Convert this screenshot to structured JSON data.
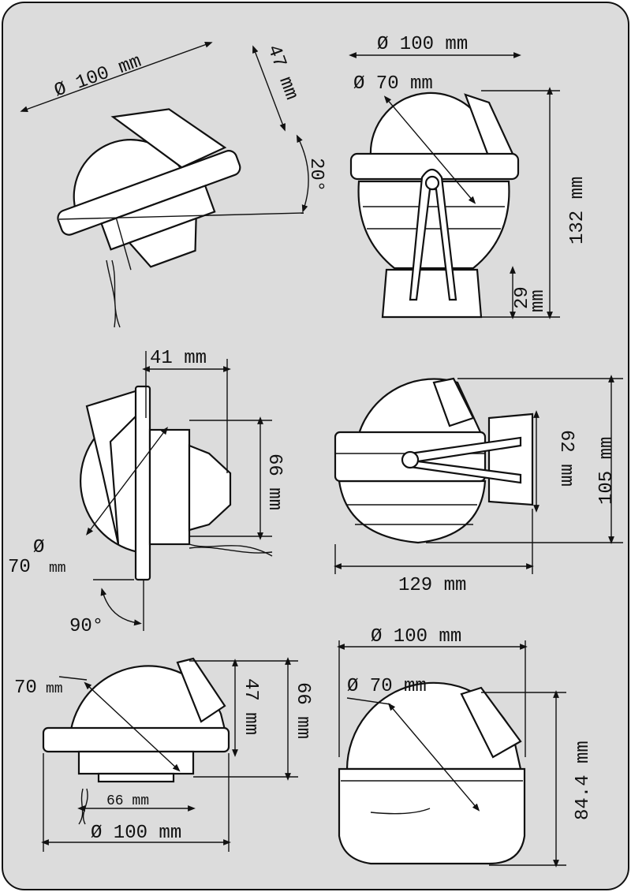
{
  "colors": {
    "background": "#dcdcdc",
    "frame": "#111111",
    "drawing_fill": "#ffffff"
  },
  "views": {
    "tilted": {
      "diameter": "Ø 100 mm",
      "height": "47 mm",
      "angle": "20°"
    },
    "bracket_front": {
      "diameter": "Ø 100 mm",
      "dome_diameter": "Ø 70 mm",
      "height": "132 mm",
      "base_height_value": "29",
      "base_height_unit": "mm"
    },
    "flush_side": {
      "depth": "41 mm",
      "housing_height": "66 mm",
      "dome_symbol": "Ø",
      "dome_value": "70",
      "dome_unit": "mm",
      "angle": "90°"
    },
    "bracket_side": {
      "bracket_height": "62 mm",
      "height": "105 mm",
      "length": "129 mm"
    },
    "flush_top": {
      "dome_value": "70",
      "dome_unit": "mm",
      "dome_height": "47 mm",
      "total_height": "66 mm",
      "housing_width": "66 mm",
      "diameter": "Ø 100 mm"
    },
    "surface": {
      "diameter": "Ø 100 mm",
      "dome_diameter": "Ø 70 mm",
      "height": "84.4 mm"
    }
  }
}
